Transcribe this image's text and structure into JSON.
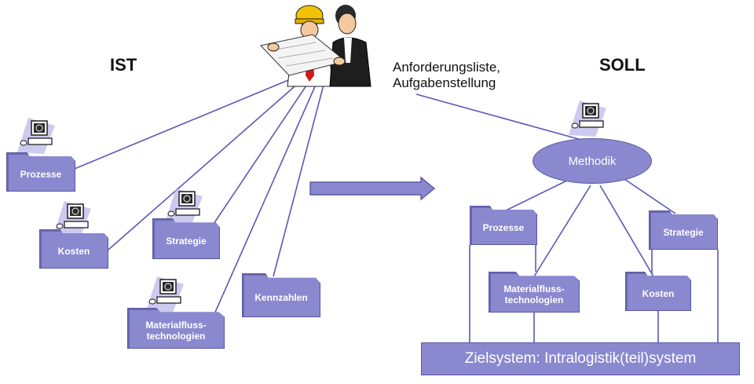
{
  "headings": {
    "ist": "IST",
    "soll": "SOLL"
  },
  "note": {
    "line1": "Anforderungsliste,",
    "line2": "Aufgabenstellung"
  },
  "ist_items": {
    "prozesse": "Prozesse",
    "kosten": "Kosten",
    "strategie": "Strategie",
    "materialfluss_line1": "Materialfluss-",
    "materialfluss_line2": "technologien",
    "kennzahlen": "Kennzahlen"
  },
  "soll_items": {
    "methodik": "Methodik",
    "prozesse": "Prozesse",
    "strategie": "Strategie",
    "materialfluss_line1": "Materialfluss-",
    "materialfluss_line2": "technologien",
    "kosten": "Kosten"
  },
  "zielsystem": "Zielsystem: Intralogistik(teil)system",
  "icons": [
    "computer-icon",
    "engineers-illustration",
    "right-arrow-icon"
  ],
  "colors": {
    "box_fill": "#8a88cf",
    "box_border": "#5a58a0",
    "line": "#5a58b8"
  }
}
